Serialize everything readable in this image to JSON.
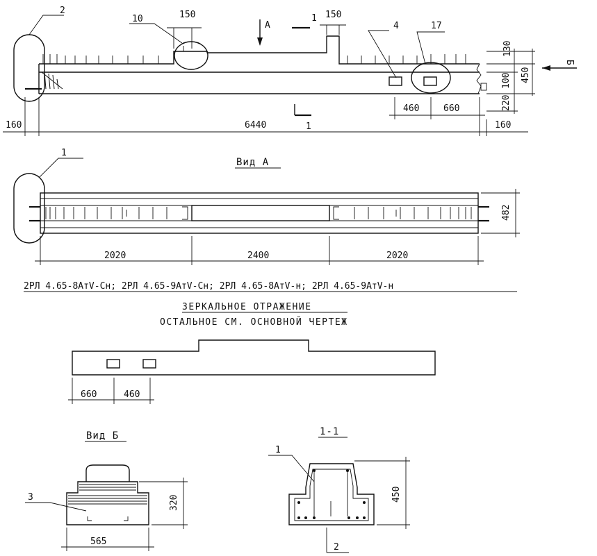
{
  "drawing": {
    "elevation": {
      "callouts": [
        "2",
        "10",
        "4",
        "17"
      ],
      "arrow_a": "A",
      "arrow_b": "Б",
      "section_mark_top": "1",
      "section_mark_bottom": "1",
      "dims": {
        "d150_left": "150",
        "d150_right": "150",
        "d130": "130",
        "d450": "450",
        "d100": "100",
        "d220": "220",
        "d460": "460",
        "d660": "660",
        "d160_left": "160",
        "d6440": "6440",
        "d160_right": "160"
      }
    },
    "view_a": {
      "title": "Вид А",
      "callout": "1",
      "dims": {
        "d482": "482",
        "d2020_left": "2020",
        "d2400": "2400",
        "d2020_right": "2020"
      }
    },
    "mirror": {
      "marks": "2РЛ 4.65-8АтV-Сн; 2РЛ 4.65-9АтV-Сн; 2РЛ 4.65-8АтV-н; 2РЛ 4.65-9АтV-н",
      "caption1": "ЗЕРКАЛЬНОЕ ОТРАЖЕНИЕ",
      "caption2": "ОСТАЛЬНОЕ СМ. ОСНОВНОЙ ЧЕРТЕЖ",
      "dims": {
        "d660": "660",
        "d460": "460"
      }
    },
    "view_b": {
      "title": "Вид Б",
      "callout": "3",
      "dims": {
        "d320": "320",
        "d565": "565"
      }
    },
    "section_1_1": {
      "title": "1-1",
      "callout": "1",
      "dims": {
        "d450": "450",
        "d2": "2"
      }
    }
  }
}
